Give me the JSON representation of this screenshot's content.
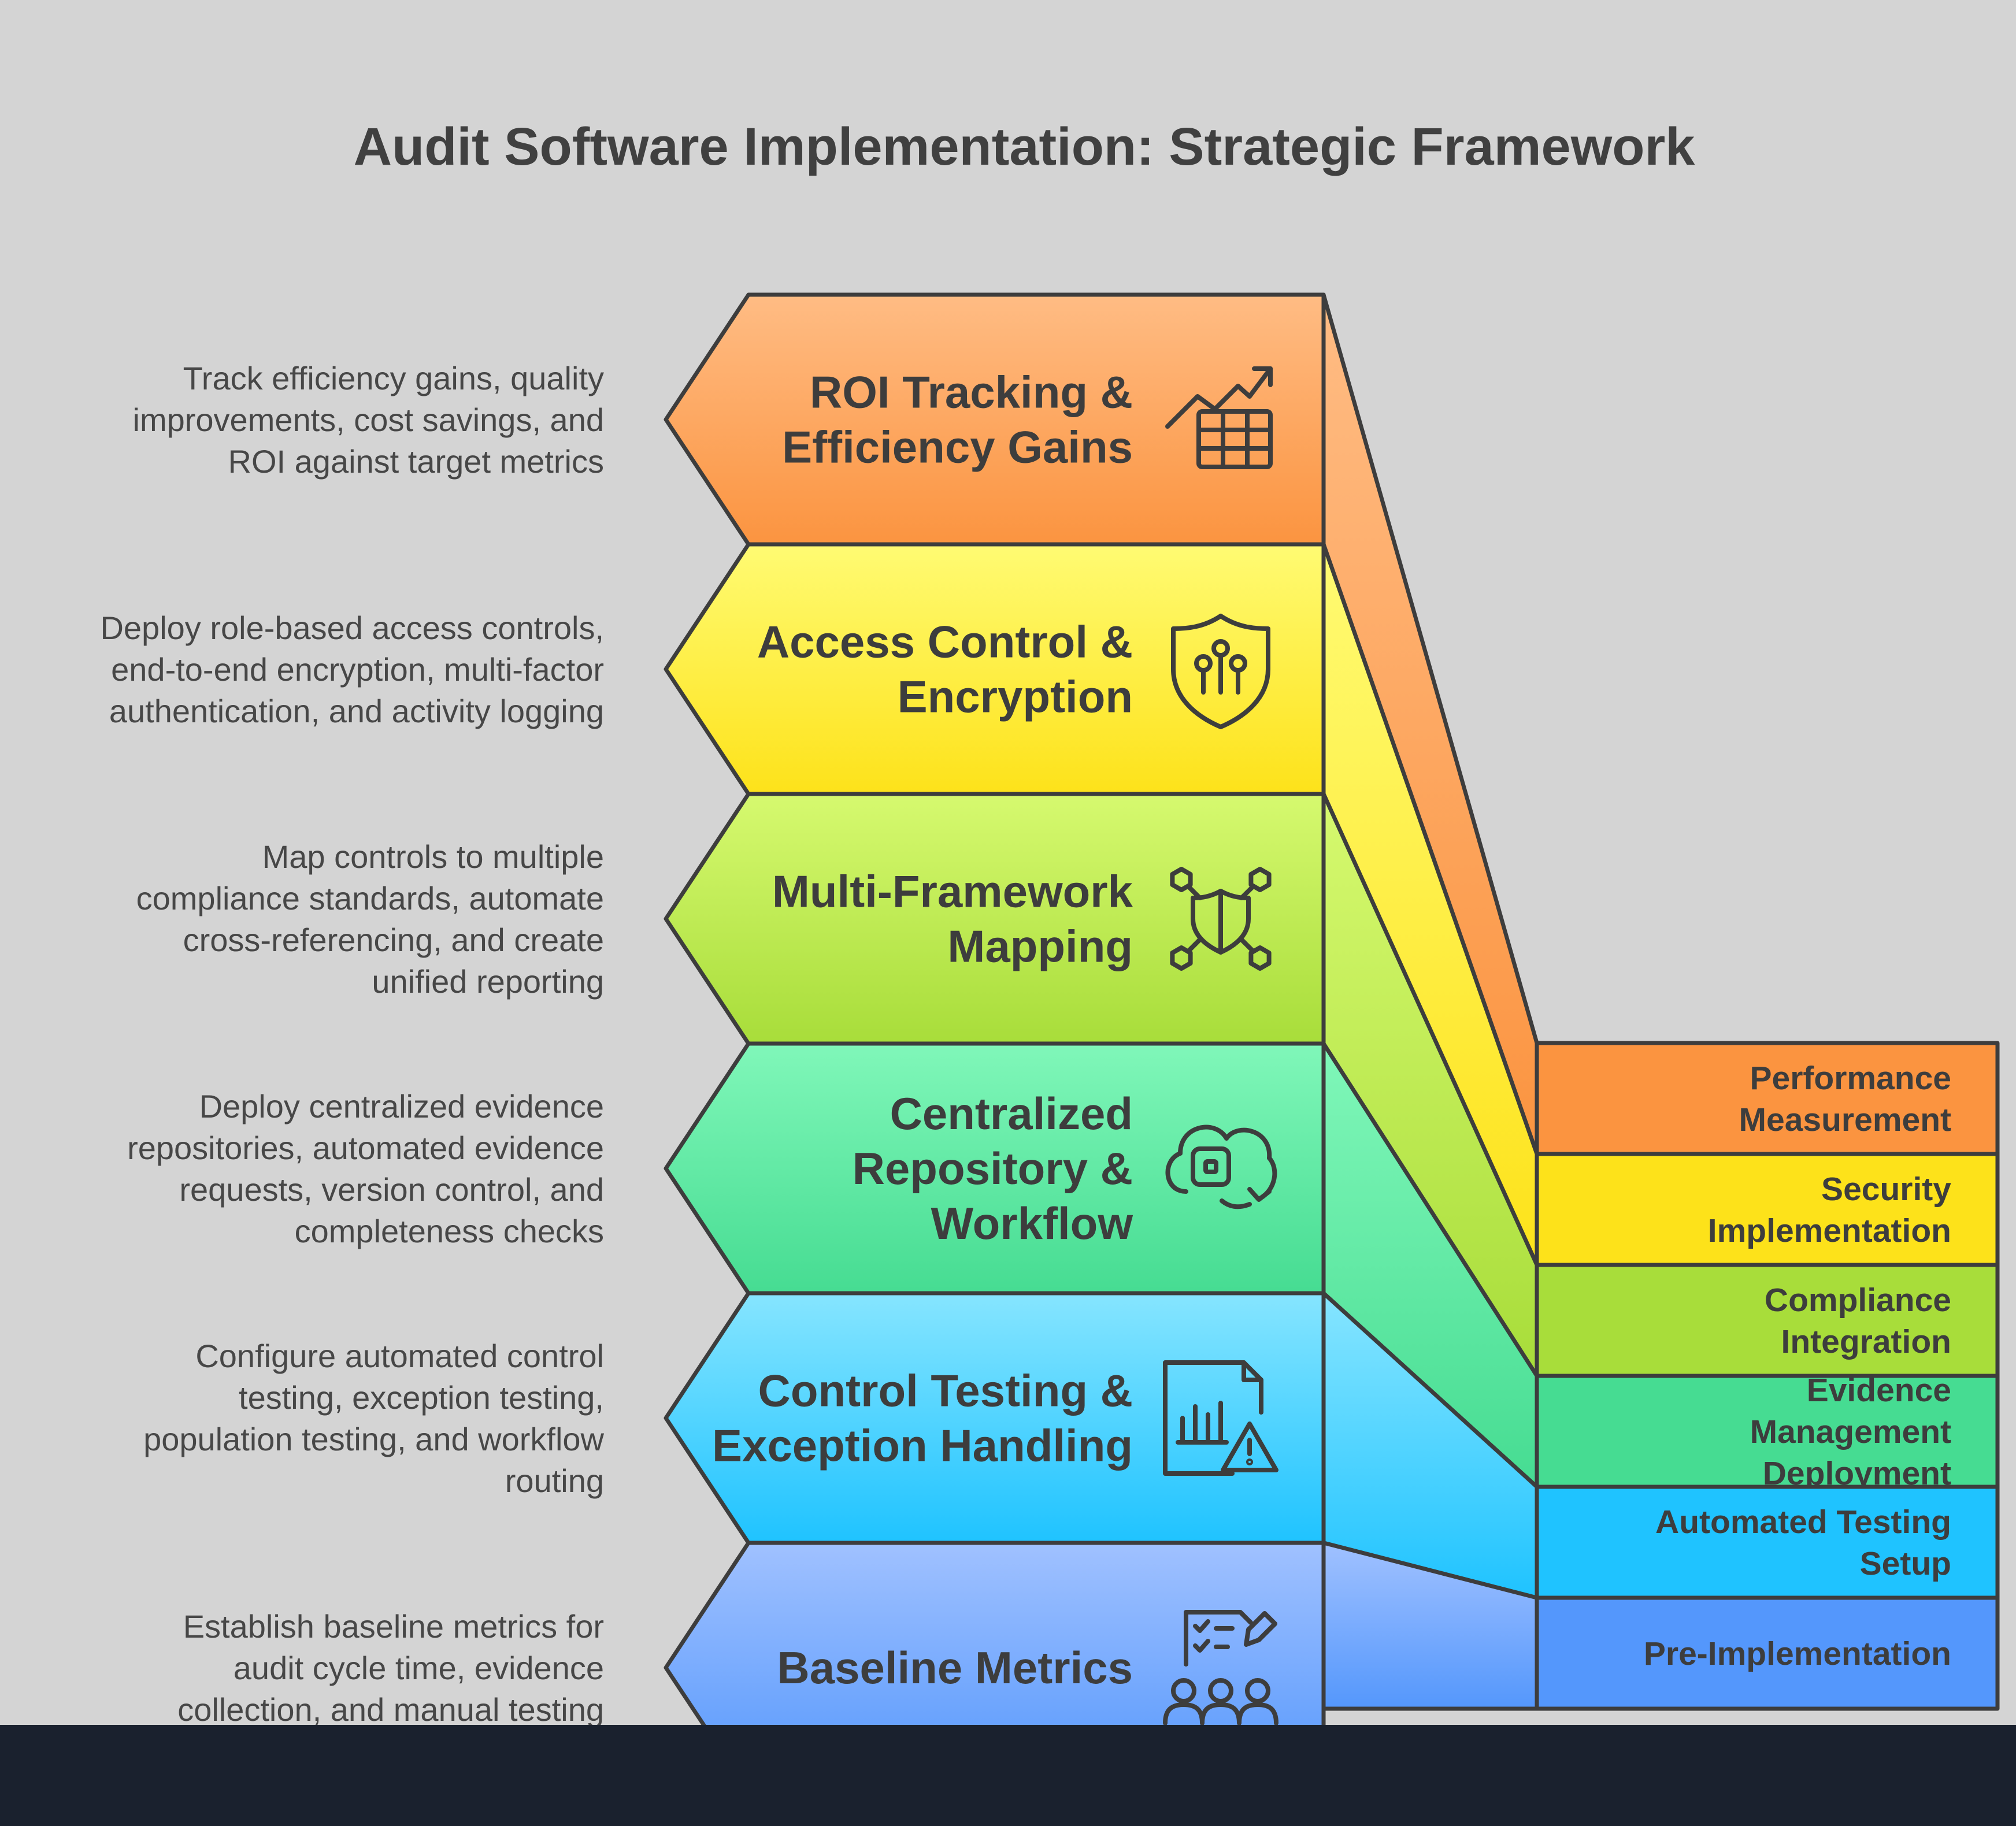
{
  "title": "Audit Software Implementation: Strategic Framework",
  "layers": [
    {
      "label": [
        "ROI Tracking &",
        "Efficiency Gains"
      ],
      "description": [
        "Track efficiency gains, quality",
        "improvements, cost savings, and",
        "ROI against target metrics"
      ],
      "stage": [
        "Performance",
        "Measurement"
      ],
      "icon": "chart-table-icon",
      "color_top": "#ffbc84",
      "color_bottom": "#fb9440"
    },
    {
      "label": [
        "Access Control &",
        "Encryption"
      ],
      "description": [
        "Deploy role-based access controls,",
        "end-to-end encryption, multi-factor",
        "authentication, and activity logging"
      ],
      "stage": [
        "Security",
        "Implementation"
      ],
      "icon": "shield-circuit-icon",
      "color_top": "#fffb73",
      "color_bottom": "#fde21a"
    },
    {
      "label": [
        "Multi-Framework",
        "Mapping"
      ],
      "description": [
        "Map controls to multiple",
        "compliance standards, automate",
        "cross-referencing, and create",
        "unified reporting"
      ],
      "stage": [
        "Compliance",
        "Integration"
      ],
      "icon": "shield-network-icon",
      "color_top": "#d6f96f",
      "color_bottom": "#a8dd3a"
    },
    {
      "label": [
        "Centralized",
        "Repository &",
        "Workflow"
      ],
      "description": [
        "Deploy centralized evidence",
        "repositories, automated evidence",
        "requests, version control, and",
        "completeness checks"
      ],
      "stage": [
        "Evidence",
        "Management",
        "Deployment"
      ],
      "icon": "cloud-sync-icon",
      "color_top": "#80f7b9",
      "color_bottom": "#46dc92"
    },
    {
      "label": [
        "Control Testing &",
        "Exception Handling"
      ],
      "description": [
        "Configure automated control",
        "testing, exception testing,",
        "population testing, and workflow",
        "routing"
      ],
      "stage": [
        "Automated Testing",
        "Setup"
      ],
      "icon": "report-warning-icon",
      "color_top": "#86e5ff",
      "color_bottom": "#1fc3ff"
    },
    {
      "label": [
        "Baseline Metrics"
      ],
      "description": [
        "Establish baseline metrics for",
        "audit cycle time, evidence",
        "collection, and manual testing"
      ],
      "stage": [
        "Pre-Implementation"
      ],
      "icon": "team-checklist-icon",
      "color_top": "#a0c1ff",
      "color_bottom": "#5497fc"
    }
  ]
}
